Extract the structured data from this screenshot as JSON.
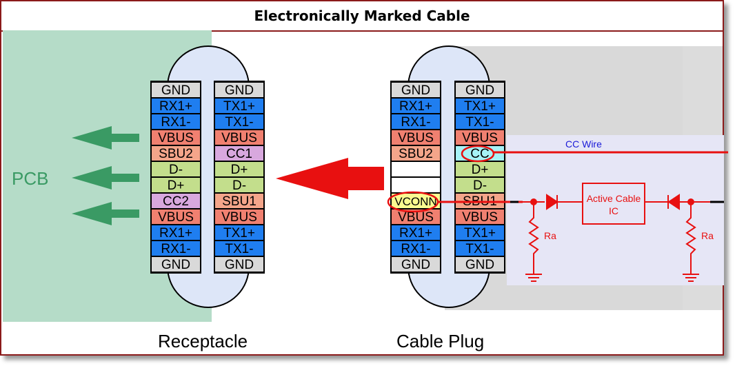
{
  "title": "Electronically Marked Cable",
  "pcb_label": "PCB",
  "receptacle_label": "Receptacle",
  "cable_plug_label": "Cable Plug",
  "cc_wire_label": "CC Wire",
  "active_cable_ic_label": [
    "Active Cable",
    "IC"
  ],
  "ra_label": "Ra",
  "colors": {
    "gnd": "#d9d9d9",
    "signal": "#1f7ef0",
    "vbus": "#f08070",
    "sbu": "#f4a58a",
    "data": "#c3de8c",
    "cc": "#d8a8de",
    "cc_highlight": "#a6f2f6",
    "vconn": "#fbfb90",
    "blank": "#ffffff",
    "pcb_bg": "#b5dcc8",
    "pcb_green": "#3a9a64",
    "red": "#e81010",
    "schematic_bg": "#e6e6f6",
    "gray_bg": "#d9d9d9"
  },
  "receptacle": {
    "left_column": [
      {
        "label": "GND",
        "kind": "gnd"
      },
      {
        "label": "RX1+",
        "kind": "signal"
      },
      {
        "label": "RX1-",
        "kind": "signal"
      },
      {
        "label": "VBUS",
        "kind": "vbus"
      },
      {
        "label": "SBU2",
        "kind": "sbu"
      },
      {
        "label": "D-",
        "kind": "data"
      },
      {
        "label": "D+",
        "kind": "data"
      },
      {
        "label": "CC2",
        "kind": "cc"
      },
      {
        "label": "VBUS",
        "kind": "vbus"
      },
      {
        "label": "RX1+",
        "kind": "signal"
      },
      {
        "label": "RX1-",
        "kind": "signal"
      },
      {
        "label": "GND",
        "kind": "gnd"
      }
    ],
    "right_column": [
      {
        "label": "GND",
        "kind": "gnd"
      },
      {
        "label": "TX1+",
        "kind": "signal"
      },
      {
        "label": "TX1-",
        "kind": "signal"
      },
      {
        "label": "VBUS",
        "kind": "vbus"
      },
      {
        "label": "CC1",
        "kind": "cc"
      },
      {
        "label": "D+",
        "kind": "data"
      },
      {
        "label": "D-",
        "kind": "data"
      },
      {
        "label": "SBU1",
        "kind": "sbu"
      },
      {
        "label": "VBUS",
        "kind": "vbus"
      },
      {
        "label": "TX1+",
        "kind": "signal"
      },
      {
        "label": "TX1-",
        "kind": "signal"
      },
      {
        "label": "GND",
        "kind": "gnd"
      }
    ]
  },
  "cable_plug": {
    "left_column": [
      {
        "label": "GND",
        "kind": "gnd"
      },
      {
        "label": "RX1+",
        "kind": "signal"
      },
      {
        "label": "RX1-",
        "kind": "signal"
      },
      {
        "label": "VBUS",
        "kind": "vbus"
      },
      {
        "label": "SBU2",
        "kind": "sbu"
      },
      {
        "label": "",
        "kind": "blank"
      },
      {
        "label": "",
        "kind": "blank"
      },
      {
        "label": "VCONN",
        "kind": "vconn"
      },
      {
        "label": "VBUS",
        "kind": "vbus"
      },
      {
        "label": "RX1+",
        "kind": "signal"
      },
      {
        "label": "RX1-",
        "kind": "signal"
      },
      {
        "label": "GND",
        "kind": "gnd"
      }
    ],
    "right_column": [
      {
        "label": "GND",
        "kind": "gnd"
      },
      {
        "label": "TX1+",
        "kind": "signal"
      },
      {
        "label": "TX1-",
        "kind": "signal"
      },
      {
        "label": "VBUS",
        "kind": "vbus"
      },
      {
        "label": "CC",
        "kind": "cc_highlight"
      },
      {
        "label": "D+",
        "kind": "data"
      },
      {
        "label": "D-",
        "kind": "data"
      },
      {
        "label": "SBU1",
        "kind": "sbu"
      },
      {
        "label": "VBUS",
        "kind": "vbus"
      },
      {
        "label": "TX1+",
        "kind": "signal"
      },
      {
        "label": "TX1-",
        "kind": "signal"
      },
      {
        "label": "GND",
        "kind": "gnd"
      }
    ]
  }
}
